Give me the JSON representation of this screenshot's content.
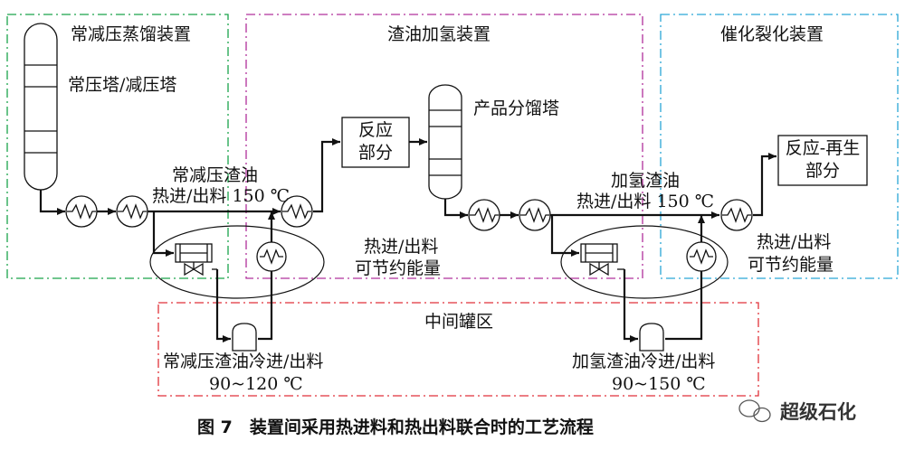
{
  "units": {
    "atm_vac": "常减压蒸馏装置",
    "resid_hydro": "渣油加氢装置",
    "fcc": "催化裂化装置",
    "tank_farm": "中间罐区"
  },
  "equipment": {
    "atm_vac_tower": "常压塔/减压塔",
    "reactor_section_line1": "反应",
    "reactor_section_line2": "部分",
    "product_fractionator": "产品分馏塔",
    "fcc_reactor_line1": "反应-再生",
    "fcc_reactor_line2": "部分"
  },
  "streams": {
    "atm_vac_resid_line1": "常减压渣油",
    "atm_vac_resid_line2": "热进/出料 150 ℃",
    "hydro_resid_line1": "加氢渣油",
    "hydro_resid_line2": "热进/出料 150 ℃",
    "atm_vac_cold_line1": "常减压渣油冷进/出料",
    "atm_vac_cold_line2": "90~120 ℃",
    "hydro_cold_line1": "加氢渣油冷进/出料",
    "hydro_cold_line2": "90~150 ℃"
  },
  "notes": {
    "energy_saving_1_line1": "热进/出料",
    "energy_saving_1_line2": "可节约能量",
    "energy_saving_2_line1": "热进/出料",
    "energy_saving_2_line2": "可节约能量"
  },
  "caption": "图 7　装置间采用热进料和热出料联合时的工艺流程",
  "watermark": "超级石化",
  "colors": {
    "atm_vac_border": "#1aa34a",
    "resid_hydro_border": "#b0309c",
    "fcc_border": "#2aa6d6",
    "tank_farm_border": "#e0323a",
    "line": "#111111"
  }
}
